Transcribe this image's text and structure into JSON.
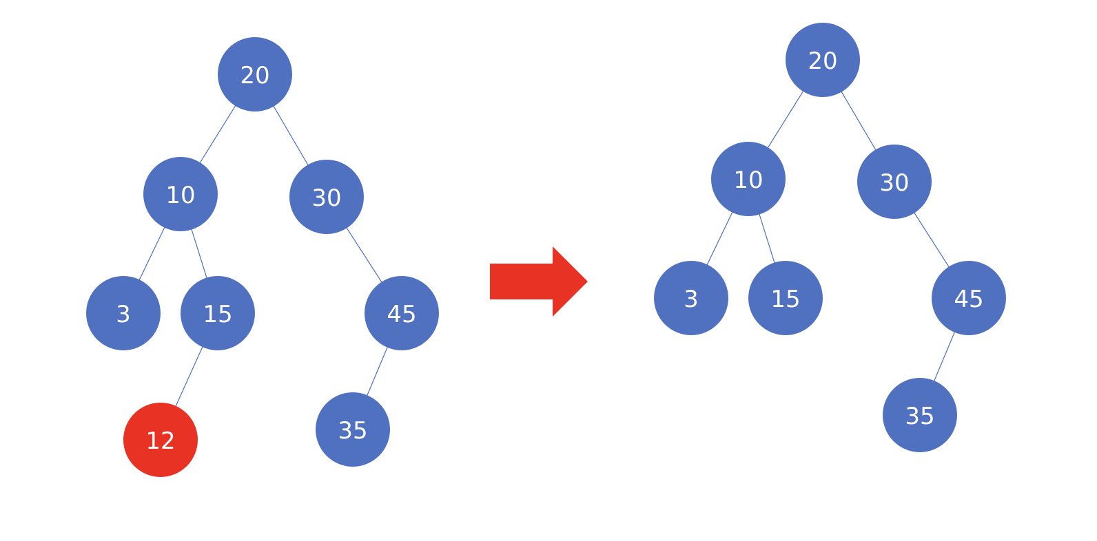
{
  "colors": {
    "node": "#5070c0",
    "highlight": "#e83224",
    "edge": "#4a6fc0",
    "arrow": "#e83224"
  },
  "before_tree": {
    "nodes": [
      {
        "id": "b20",
        "label": "20",
        "highlight": false
      },
      {
        "id": "b10",
        "label": "10",
        "highlight": false
      },
      {
        "id": "b30",
        "label": "30",
        "highlight": false
      },
      {
        "id": "b3",
        "label": "3",
        "highlight": false
      },
      {
        "id": "b15",
        "label": "15",
        "highlight": false
      },
      {
        "id": "b45",
        "label": "45",
        "highlight": false
      },
      {
        "id": "b12",
        "label": "12",
        "highlight": true
      },
      {
        "id": "b35",
        "label": "35",
        "highlight": false
      }
    ],
    "edges": [
      [
        "b20",
        "b10"
      ],
      [
        "b20",
        "b30"
      ],
      [
        "b10",
        "b3"
      ],
      [
        "b10",
        "b15"
      ],
      [
        "b30",
        "b45"
      ],
      [
        "b15",
        "b12"
      ],
      [
        "b45",
        "b35"
      ]
    ]
  },
  "after_tree": {
    "nodes": [
      {
        "id": "a20",
        "label": "20",
        "highlight": false
      },
      {
        "id": "a10",
        "label": "10",
        "highlight": false
      },
      {
        "id": "a30",
        "label": "30",
        "highlight": false
      },
      {
        "id": "a3",
        "label": "3",
        "highlight": false
      },
      {
        "id": "a15",
        "label": "15",
        "highlight": false
      },
      {
        "id": "a45",
        "label": "45",
        "highlight": false
      },
      {
        "id": "a35",
        "label": "35",
        "highlight": false
      }
    ],
    "edges": [
      [
        "a20",
        "a10"
      ],
      [
        "a20",
        "a30"
      ],
      [
        "a10",
        "a3"
      ],
      [
        "a10",
        "a15"
      ],
      [
        "a30",
        "a45"
      ],
      [
        "a45",
        "a35"
      ]
    ]
  },
  "arrow_icon": "right-arrow-icon"
}
